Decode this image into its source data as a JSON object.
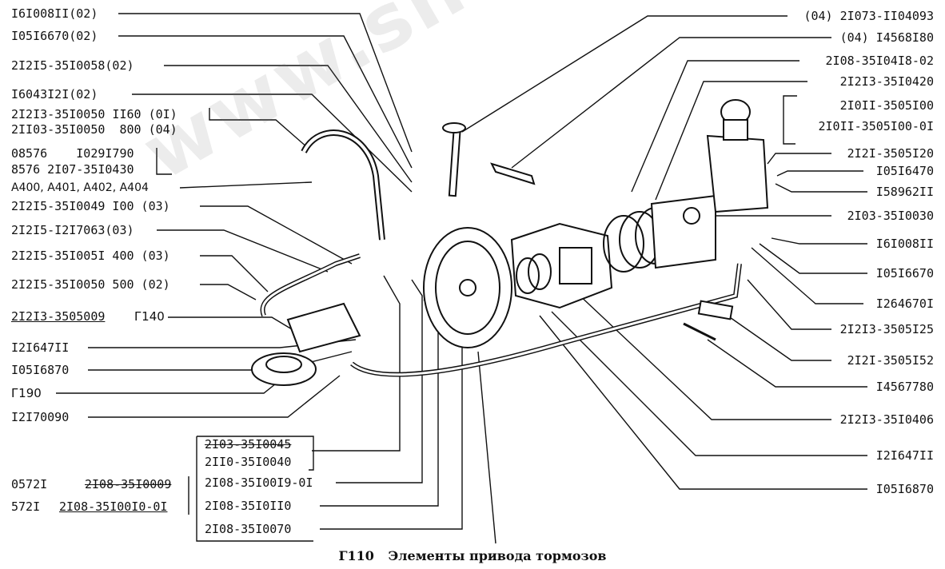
{
  "caption": {
    "code": "Г110",
    "title": "Элементы привода тормозов"
  },
  "watermark": "www.shiniator.kz",
  "left_labels": [
    "I6I008II(02)",
    "I05I6670(02)",
    "2I2I5-35I0058(02)",
    "I6043I2I(02)",
    "2I2I3-35I0050 II60 (0I)",
    "2II03-35I0050  800 (04)",
    "08576    I029I790",
    "8576 2I07-35I0430",
    "A400, A401, A402, A404",
    "2I2I5-35I0049 I00 (03)",
    "2I2I5-I2I7063(03)",
    "2I2I5-35I005I 400 (03)",
    "2I2I5-35I0050 500 (02)",
    "2I2I3-3505009",
    "Г140",
    "I2I647II",
    "I05I6870",
    "Г190",
    "I2I70090"
  ],
  "right_labels": [
    "(04) 2I073-II04093",
    "(04) I4568I80",
    "2I08-35I04I8-02",
    "2I2I3-35I0420",
    "2I0II-3505I00",
    "2I0II-3505I00-0I",
    "2I2I-3505I20",
    "I05I6470",
    "I58962II",
    "2I03-35I0030",
    "I6I008II",
    "I05I6670",
    "I264670I",
    "2I2I3-3505I25",
    "2I2I-3505I52",
    "I4567780",
    "2I2I3-35I0406",
    "I2I647II",
    "I05I6870"
  ],
  "bottom_labels": [
    "2I03-35I0045",
    "2II0-35I0040",
    "2I08-35I00I9-0I",
    "2I08-35I0II0",
    "2I08-35I0070",
    "0572I",
    "2I08-35I0009",
    "572I",
    "2I08-35I00I0-0I"
  ]
}
